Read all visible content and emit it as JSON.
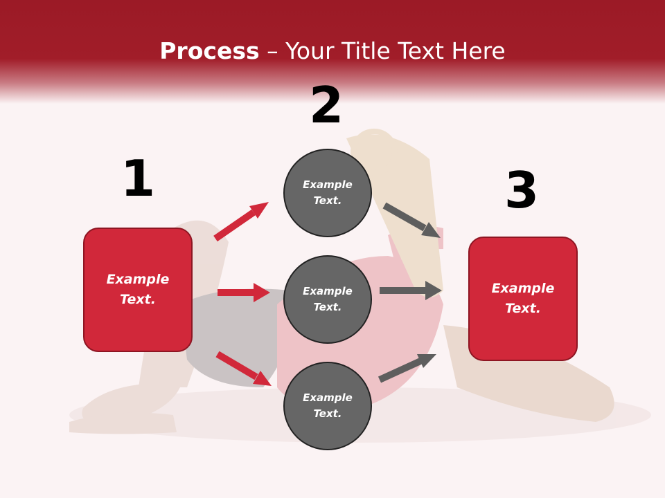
{
  "title": {
    "bold": "Process",
    "rest": " – Your Title Text Here"
  },
  "steps": [
    {
      "number": "1",
      "label": "Example Text."
    },
    {
      "number": "2",
      "label": "Example Text."
    },
    {
      "number": "3",
      "label": "Example Text."
    }
  ],
  "nodes": [
    {
      "label": "Example Text."
    },
    {
      "label": "Example Text."
    },
    {
      "label": "Example Text."
    }
  ],
  "colors": {
    "header": "#a11d29",
    "box_fill": "#d1283a",
    "circle_fill": "#666666",
    "arrow_red": "#d1283a",
    "arrow_gray": "#5e5e5e"
  }
}
